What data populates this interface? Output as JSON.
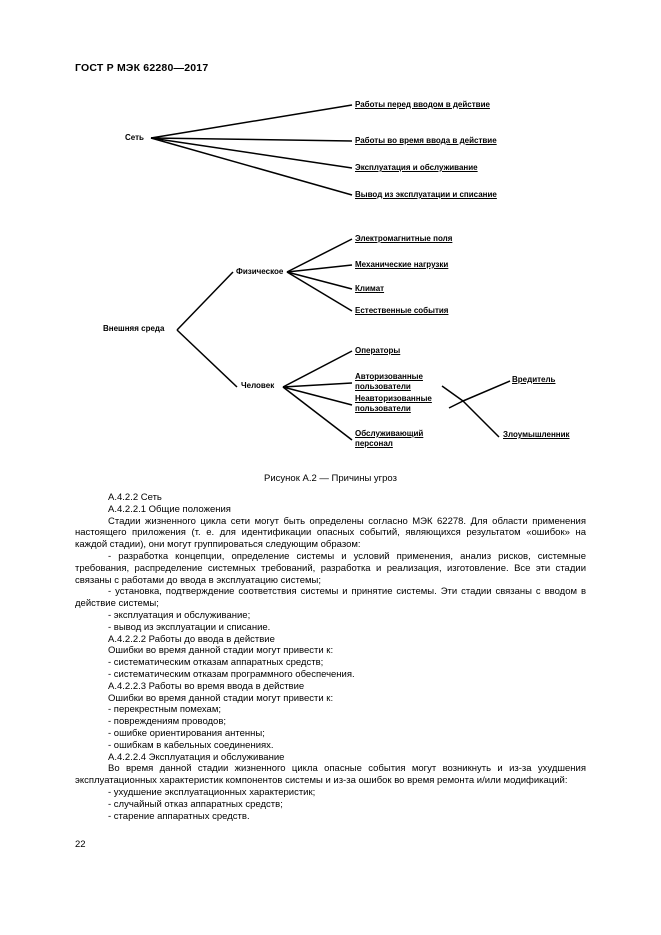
{
  "header": {
    "title": "ГОСТ Р МЭК 62280—2017"
  },
  "diagram": {
    "caption": "Рисунок А.2 — Причины угроз",
    "network": {
      "label": "Сеть",
      "children": [
        "Работы перед вводом в действие",
        "Работы во время ввода в действие",
        "Эксплуатация и обслуживание",
        "Вывод из эксплуатации и списание"
      ]
    },
    "environment": {
      "label": "Внешняя среда",
      "physical": {
        "label": "Физическое",
        "children": [
          "Электромагнитные поля",
          "Механические нагрузки",
          "Климат",
          "Естественные события"
        ]
      },
      "human": {
        "label": "Человек",
        "children": [
          "Операторы",
          "Авторизованные пользователи",
          "Неавторизованные пользователи",
          "Обслуживающий персонал"
        ],
        "actors": [
          "Вредитель",
          "Злоумышленник"
        ]
      }
    }
  },
  "body": {
    "paragraphs": [
      "А.4.2.2 Сеть",
      "А.4.2.2.1 Общие положения",
      "Стадии жизненного цикла сети могут быть определены согласно МЭК 62278. Для области применения настоящего приложения (т. е. для идентификации опасных событий, являющихся результатом «ошибок» на каждой стадии), они могут группироваться следующим образом:",
      "- разработка концепции, определение системы и условий применения, анализ рисков, системные требования, распределение системных требований, разработка и реализация, изготовление. Все эти стадии связаны с работами до ввода в эксплуатацию системы;",
      "- установка, подтверждение соответствия системы и принятие системы. Эти стадии связаны с вводом в действие системы;",
      "- эксплуатация и обслуживание;",
      "- вывод из эксплуатации и списание.",
      "А.4.2.2.2 Работы до ввода в действие",
      "Ошибки во время данной стадии могут привести к:",
      "- систематическим отказам аппаратных средств;",
      "- систематическим отказам программного обеспечения.",
      "А.4.2.2.3 Работы во время ввода в действие",
      "Ошибки во время данной стадии могут привести к:",
      "- перекрестным помехам;",
      "- повреждениям проводов;",
      "- ошибке ориентирования антенны;",
      "- ошибкам в кабельных соединениях.",
      "А.4.2.2.4 Эксплуатация и обслуживание",
      "Во время данной стадии жизненного цикла опасные события могут возникнуть и из-за ухудшения эксплуатационных характеристик компонентов системы и из-за ошибок во время ремонта и/или модификаций:",
      "- ухудшение эксплуатационных характеристик;",
      "- случайный отказ аппаратных средств;",
      "- старение аппаратных средств."
    ]
  },
  "footer": {
    "page_number": "22"
  }
}
